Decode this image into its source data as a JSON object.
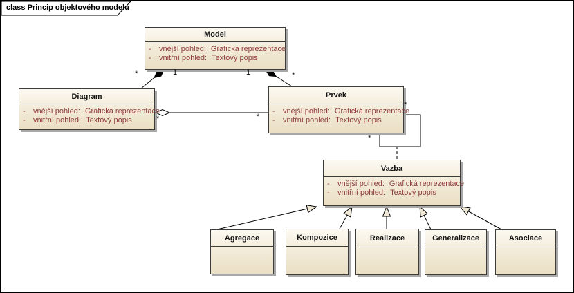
{
  "frame": {
    "title": "class Princip objektového modelu"
  },
  "colors": {
    "class_fill_top": "#fcf9f1",
    "class_fill_bottom": "#eadfc4",
    "class_border": "#3c3c3c",
    "attribute_text": "#8e3d3d",
    "box_shadow": "#a8a8a8",
    "connector": "#000000"
  },
  "classes": [
    {
      "name": "Model",
      "attributes": [
        {
          "visibility": "-",
          "name": "vnější pohled:",
          "type": "Grafická reprezentace"
        },
        {
          "visibility": "-",
          "name": "vnitřní pohled:",
          "type": "Textový popis"
        }
      ]
    },
    {
      "name": "Diagram",
      "attributes": [
        {
          "visibility": "-",
          "name": "vnější pohled:",
          "type": "Grafická reprezentace"
        },
        {
          "visibility": "-",
          "name": "vnitřní pohled:",
          "type": "Textový popis"
        }
      ]
    },
    {
      "name": "Prvek",
      "attributes": [
        {
          "visibility": "-",
          "name": "vnější pohled:",
          "type": "Grafická reprezentace"
        },
        {
          "visibility": "-",
          "name": "vnitřní pohled:",
          "type": "Textový popis"
        }
      ]
    },
    {
      "name": "Vazba",
      "attributes": [
        {
          "visibility": "-",
          "name": "vnější pohled:",
          "type": "Grafická reprezentace"
        },
        {
          "visibility": "-",
          "name": "vnitřní pohled:",
          "type": "Textový popis"
        }
      ]
    },
    {
      "name": "Agregace",
      "attributes": []
    },
    {
      "name": "Kompozice",
      "attributes": []
    },
    {
      "name": "Realizace",
      "attributes": []
    },
    {
      "name": "Generalizace",
      "attributes": []
    },
    {
      "name": "Asociace",
      "attributes": []
    }
  ],
  "connectors": {
    "model_diagram": {
      "type": "composition",
      "model_end": "1",
      "diagram_end": "*"
    },
    "model_prvek": {
      "type": "composition",
      "model_end": "1",
      "prvek_end": "*"
    },
    "diagram_prvek": {
      "type": "aggregation",
      "diagram_end": "*",
      "prvek_end": "*"
    },
    "prvek_self": {
      "type": "association",
      "top_end": "*",
      "bottom_end": "*"
    },
    "prvek_vazba": {
      "type": "association-class-link",
      "style": "dashed"
    },
    "vazba_generalizations": [
      "Agregace",
      "Kompozice",
      "Realizace",
      "Generalizace",
      "Asociace"
    ]
  }
}
